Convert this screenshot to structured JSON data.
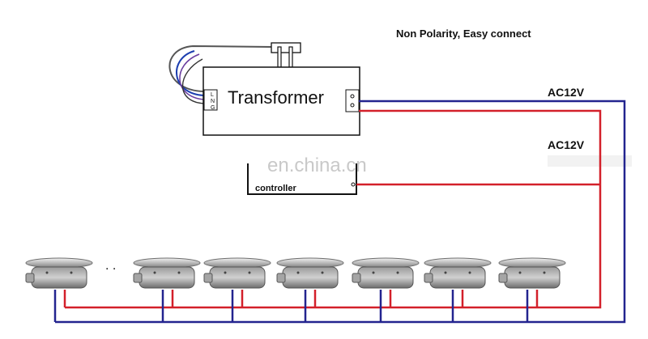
{
  "header": {
    "note": "Non Polarity, Easy connect"
  },
  "transformer": {
    "label": "Transformer",
    "terminals": [
      "L",
      "N",
      "G"
    ]
  },
  "controller": {
    "label": "controller"
  },
  "voltage_labels": [
    "AC12V",
    "AC12V"
  ],
  "ellipsis": ". .",
  "watermark": "en.china.cn",
  "lights": {
    "count": 7
  },
  "colors": {
    "red_wire": "#d3202a",
    "blue_wire": "#23248f",
    "outline": "#111111"
  }
}
